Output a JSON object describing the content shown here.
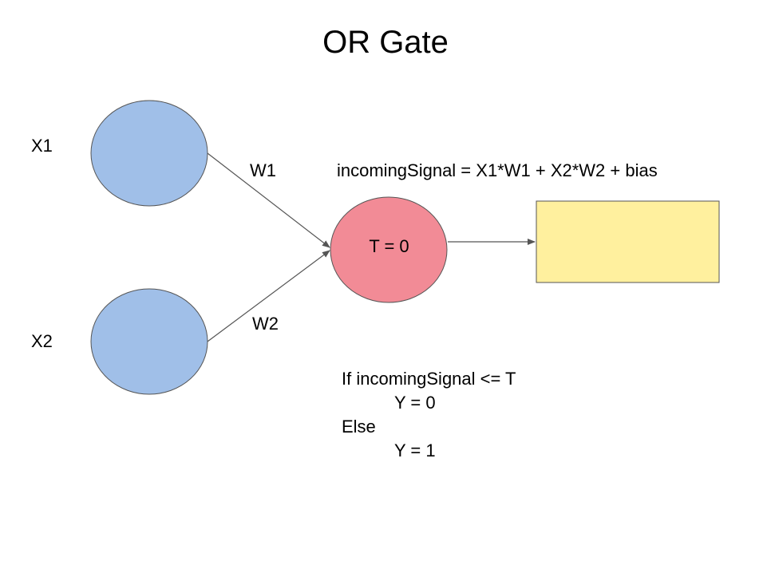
{
  "title": "OR Gate",
  "inputs": {
    "x1_label": "X1",
    "x2_label": "X2"
  },
  "weights": {
    "w1_label": "W1",
    "w2_label": "W2"
  },
  "formula": "incomingSignal = X1*W1 + X2*W2 + bias",
  "neuron": {
    "threshold_label": "T = 0"
  },
  "rule": {
    "if_line": "If incomingSignal <= T",
    "then_line": "Y = 0",
    "else_line": "Else",
    "else_result_line": "Y = 1"
  },
  "colors": {
    "input_fill": "#a0bfe8",
    "neuron_fill": "#f28b96",
    "output_fill": "#fff09e",
    "stroke": "#555555"
  }
}
